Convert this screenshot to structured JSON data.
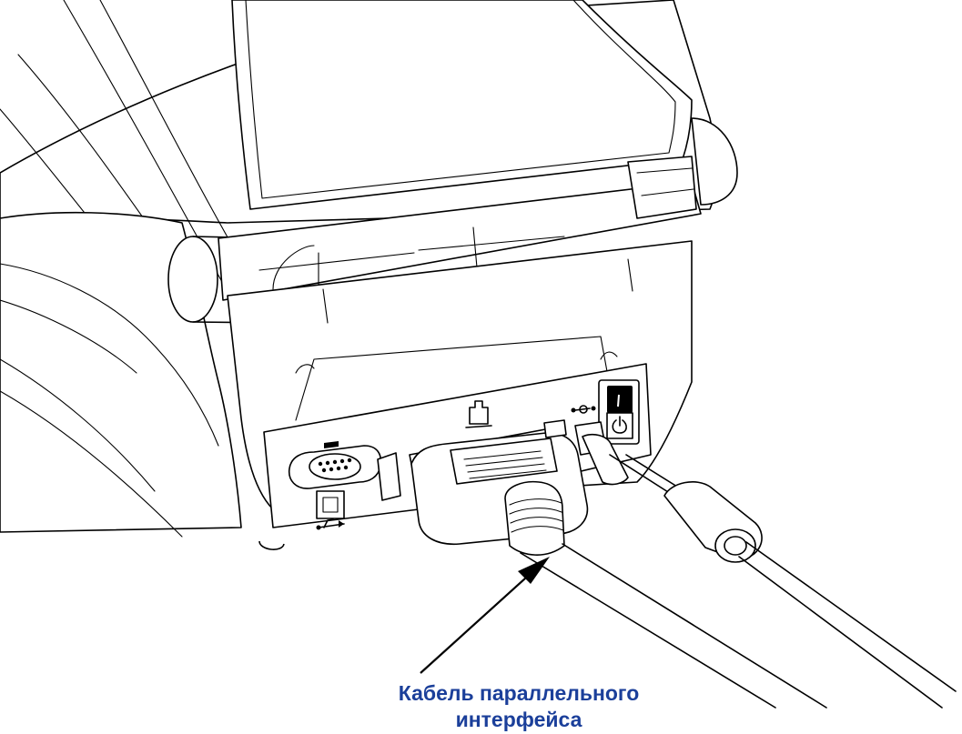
{
  "callout": {
    "line1": "Кабель параллельного",
    "line2": "интерфейса",
    "color": "#1b3f9a"
  },
  "icons": {
    "parallel_port": "parallel-port-icon",
    "power": "power-icon",
    "usb": "usb-icon",
    "dc_input": "dc-input-icon",
    "switch_on": "I"
  }
}
